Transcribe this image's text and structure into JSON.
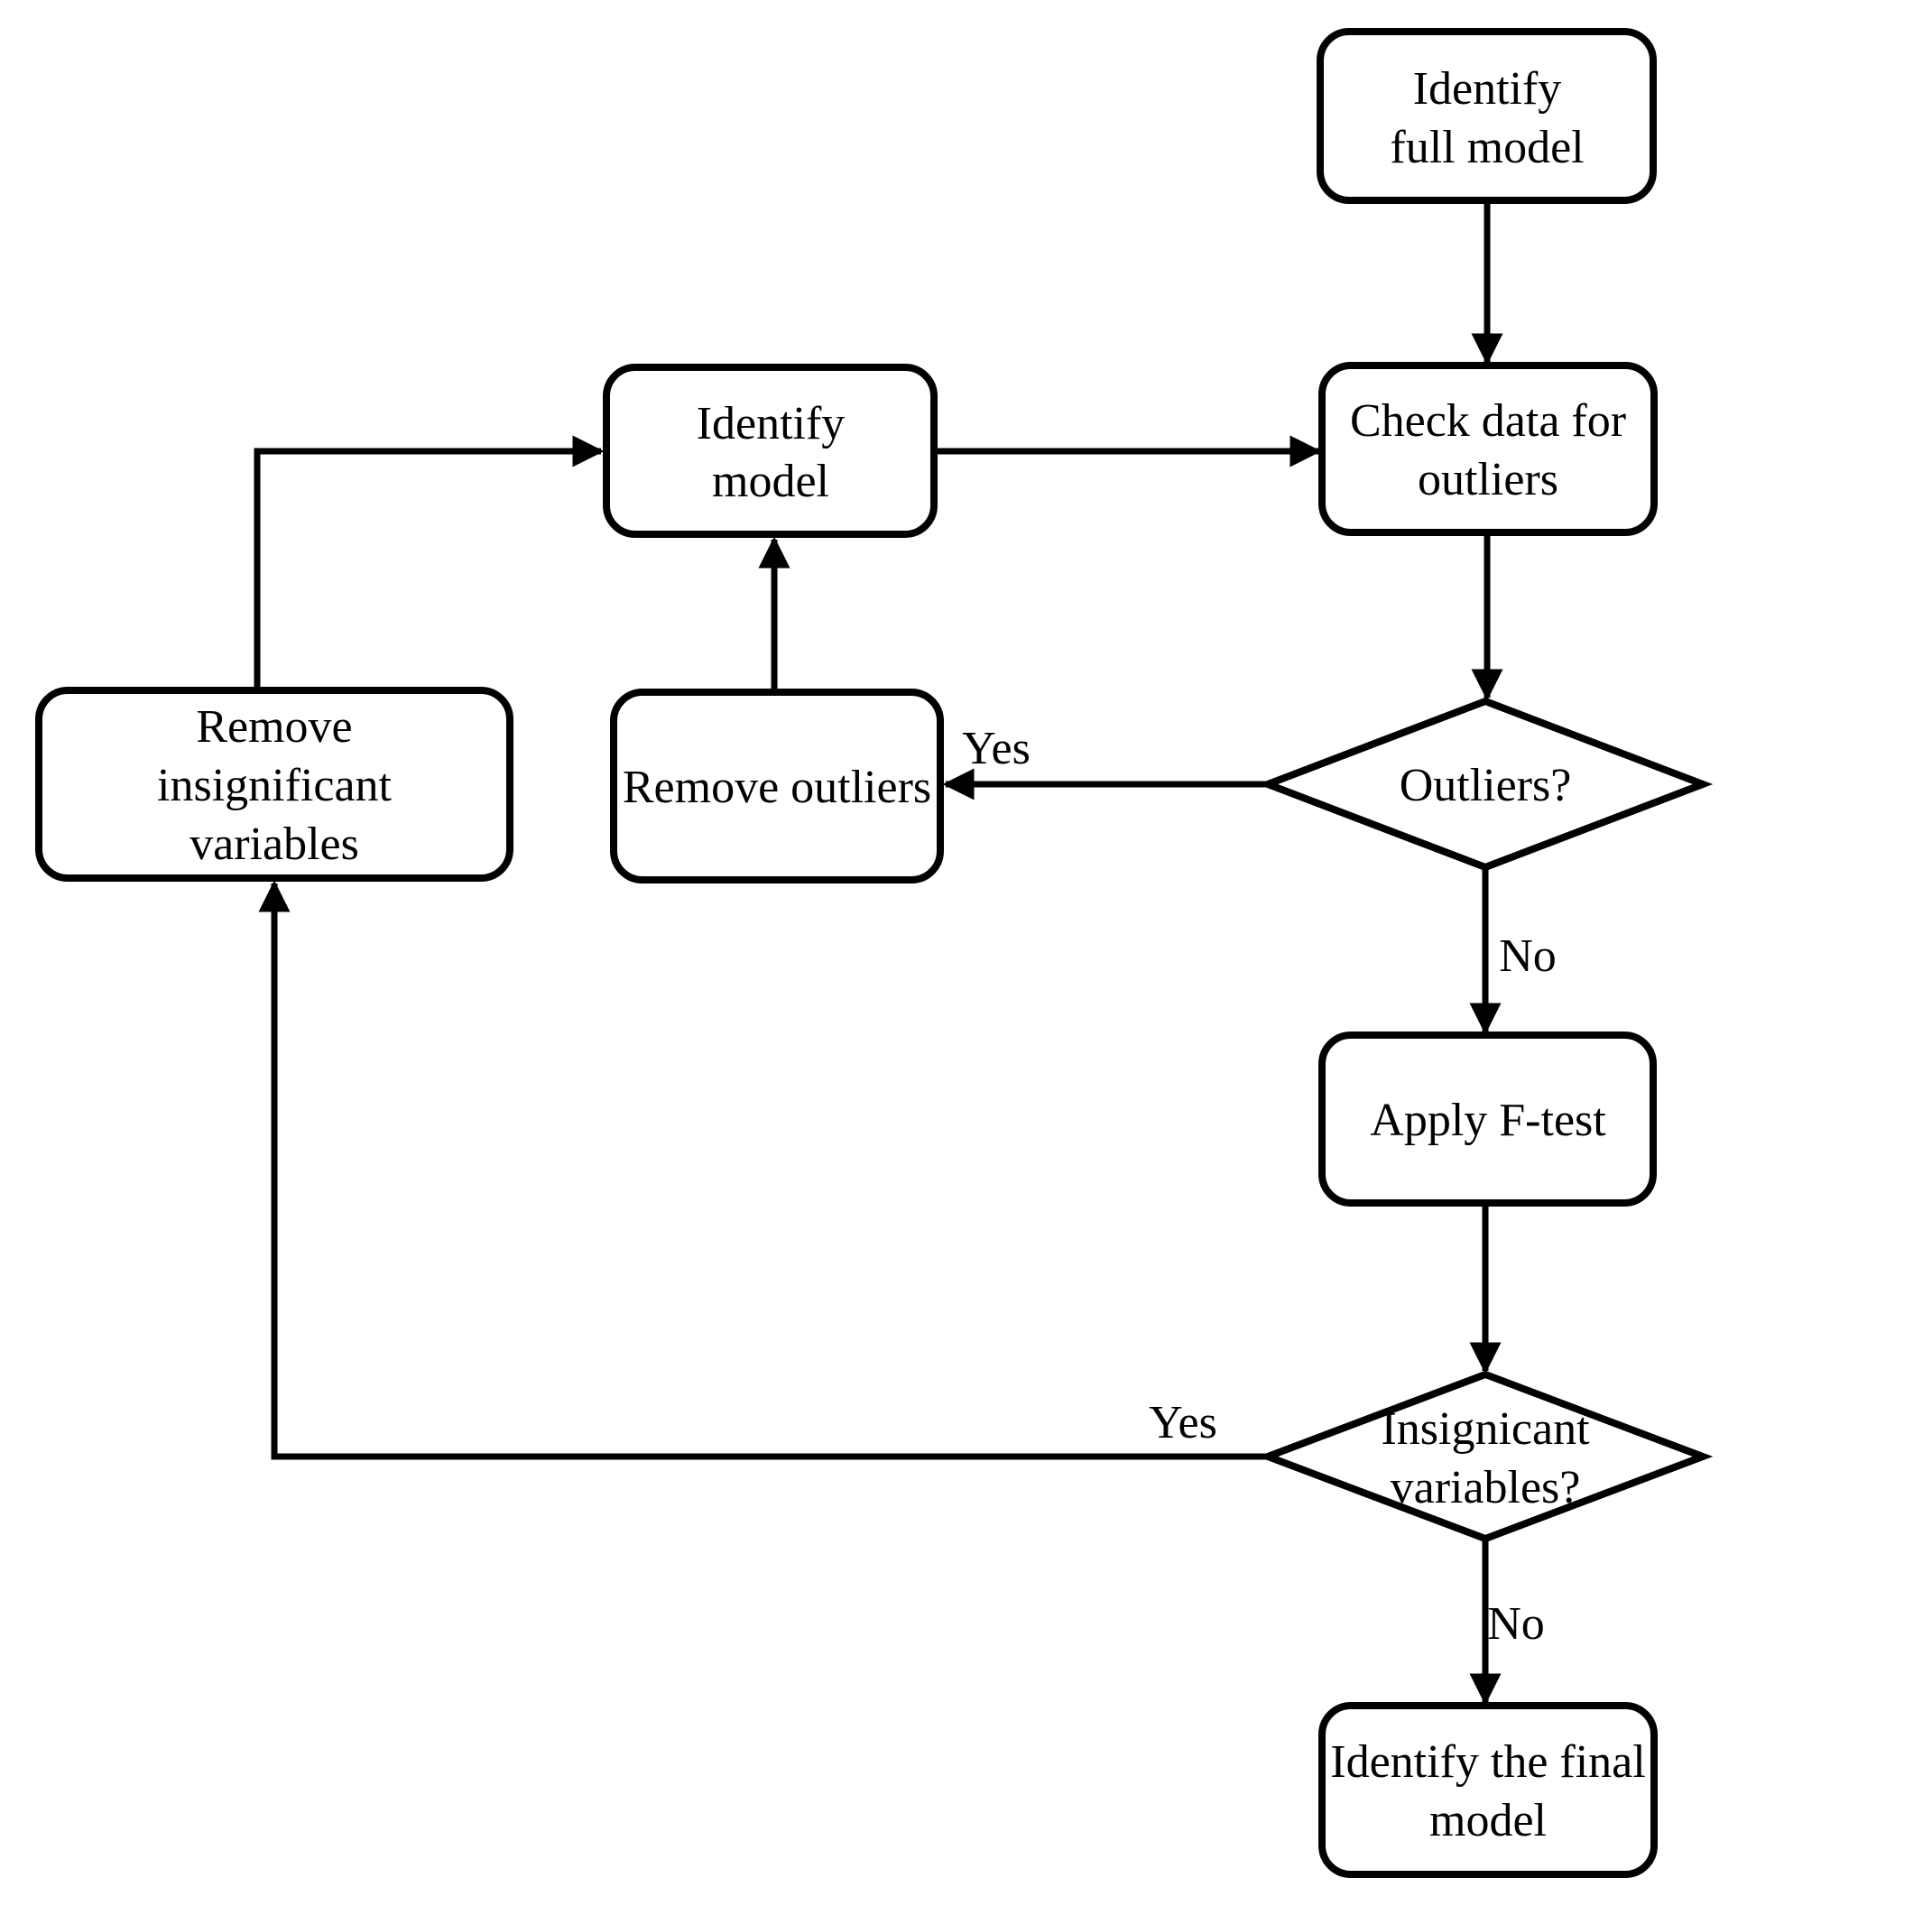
{
  "canvas": {
    "background": "#ffffff",
    "stroke_color": "#000000",
    "text_color": "#000000"
  },
  "nodes": {
    "identify_full_model": {
      "type": "process",
      "lines": [
        "Identify",
        "full model"
      ]
    },
    "identify_model": {
      "type": "process",
      "lines": [
        "Identify",
        "model"
      ]
    },
    "check_data_for_outliers": {
      "type": "process",
      "lines": [
        "Check data for",
        "outliers"
      ]
    },
    "outliers": {
      "type": "decision",
      "lines": [
        "Outliers?"
      ]
    },
    "remove_outliers": {
      "type": "process",
      "lines": [
        "Remove outliers"
      ]
    },
    "remove_insignificant_variables": {
      "type": "process",
      "lines": [
        "Remove",
        "insignificant",
        "variables"
      ]
    },
    "apply_f_test": {
      "type": "process",
      "lines": [
        "Apply F-test"
      ]
    },
    "insignificant_variables": {
      "type": "decision",
      "lines": [
        "Insignicant",
        "variables?"
      ]
    },
    "identify_the_final_model": {
      "type": "process",
      "lines": [
        "Identify the final",
        "model"
      ]
    }
  },
  "edges": [
    {
      "from": "identify_full_model",
      "to": "check_data_for_outliers",
      "label": ""
    },
    {
      "from": "identify_model",
      "to": "check_data_for_outliers",
      "label": ""
    },
    {
      "from": "check_data_for_outliers",
      "to": "outliers",
      "label": ""
    },
    {
      "from": "outliers",
      "to": "remove_outliers",
      "label": "Yes"
    },
    {
      "from": "outliers",
      "to": "apply_f_test",
      "label": "No"
    },
    {
      "from": "remove_outliers",
      "to": "identify_model",
      "label": ""
    },
    {
      "from": "apply_f_test",
      "to": "insignificant_variables",
      "label": ""
    },
    {
      "from": "insignificant_variables",
      "to": "remove_insignificant_variables",
      "label": "Yes"
    },
    {
      "from": "insignificant_variables",
      "to": "identify_the_final_model",
      "label": "No"
    },
    {
      "from": "remove_insignificant_variables",
      "to": "identify_model",
      "label": ""
    }
  ]
}
